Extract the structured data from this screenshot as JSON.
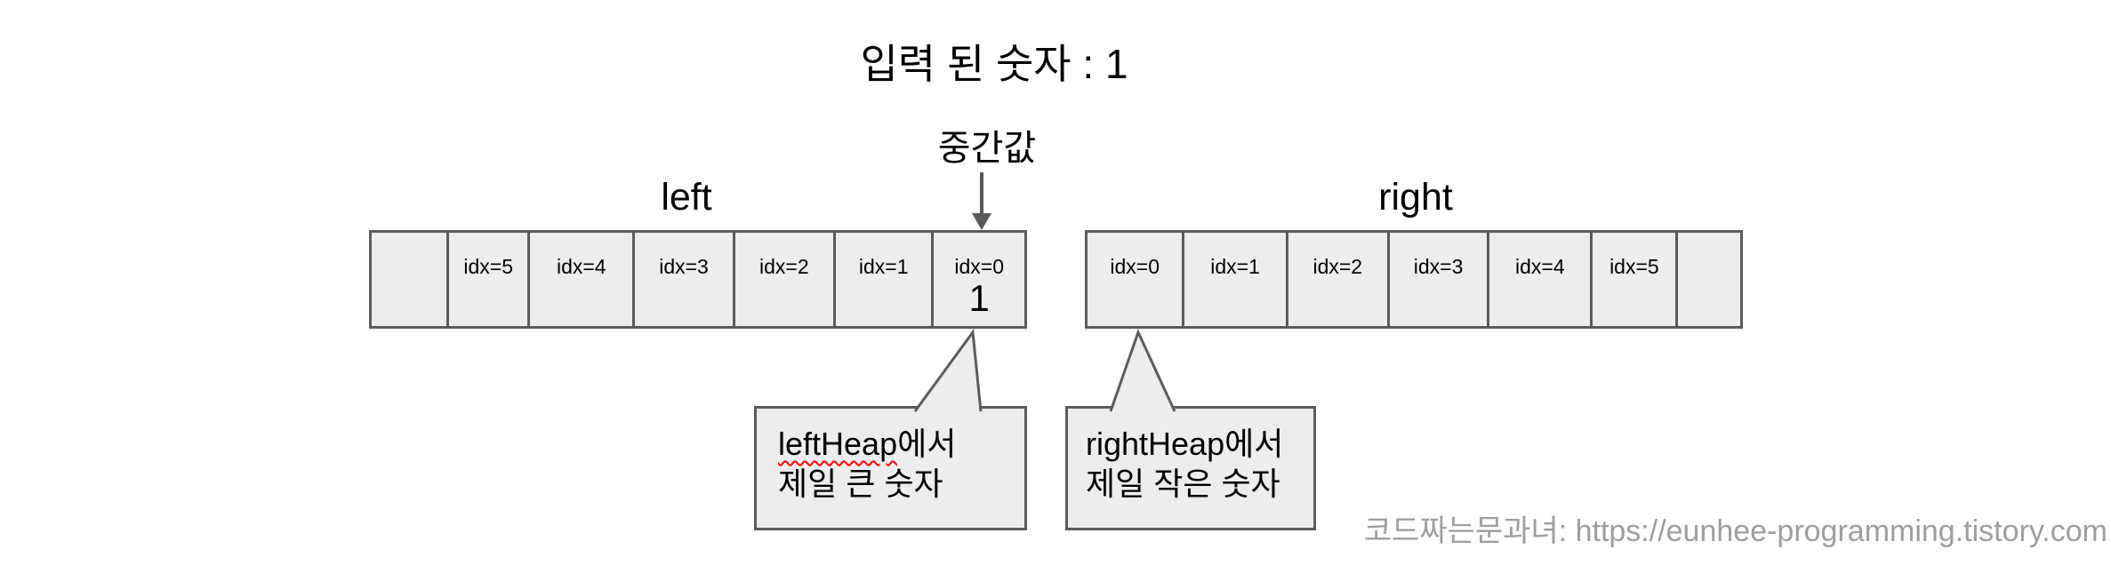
{
  "title": "입력 된 숫자 : 1",
  "median_label": "중간값",
  "left_array": {
    "label": "left",
    "cells": [
      {
        "idx": "",
        "value": ""
      },
      {
        "idx": "idx=5",
        "value": ""
      },
      {
        "idx": "idx=4",
        "value": ""
      },
      {
        "idx": "idx=3",
        "value": ""
      },
      {
        "idx": "idx=2",
        "value": ""
      },
      {
        "idx": "idx=1",
        "value": ""
      },
      {
        "idx": "idx=0",
        "value": "1"
      }
    ]
  },
  "right_array": {
    "label": "right",
    "cells": [
      {
        "idx": "idx=0",
        "value": ""
      },
      {
        "idx": "idx=1",
        "value": ""
      },
      {
        "idx": "idx=2",
        "value": ""
      },
      {
        "idx": "idx=3",
        "value": ""
      },
      {
        "idx": "idx=4",
        "value": ""
      },
      {
        "idx": "idx=5",
        "value": ""
      },
      {
        "idx": "",
        "value": ""
      }
    ]
  },
  "left_bubble": {
    "word": "leftHeap",
    "word_suffix": "에서",
    "line2": "제일 큰 숫자"
  },
  "right_bubble": {
    "line1": "rightHeap에서",
    "line2": "제일 작은 숫자"
  },
  "watermark": "코드짜는문과녀: https://eunhee-programming.tistory.com",
  "colors": {
    "line": "#5b5b5b",
    "cell_fill": "#ededed",
    "text": "#000000",
    "watermark_text": "#9e9e9e",
    "spellcheck_underline": "#ff0000"
  }
}
